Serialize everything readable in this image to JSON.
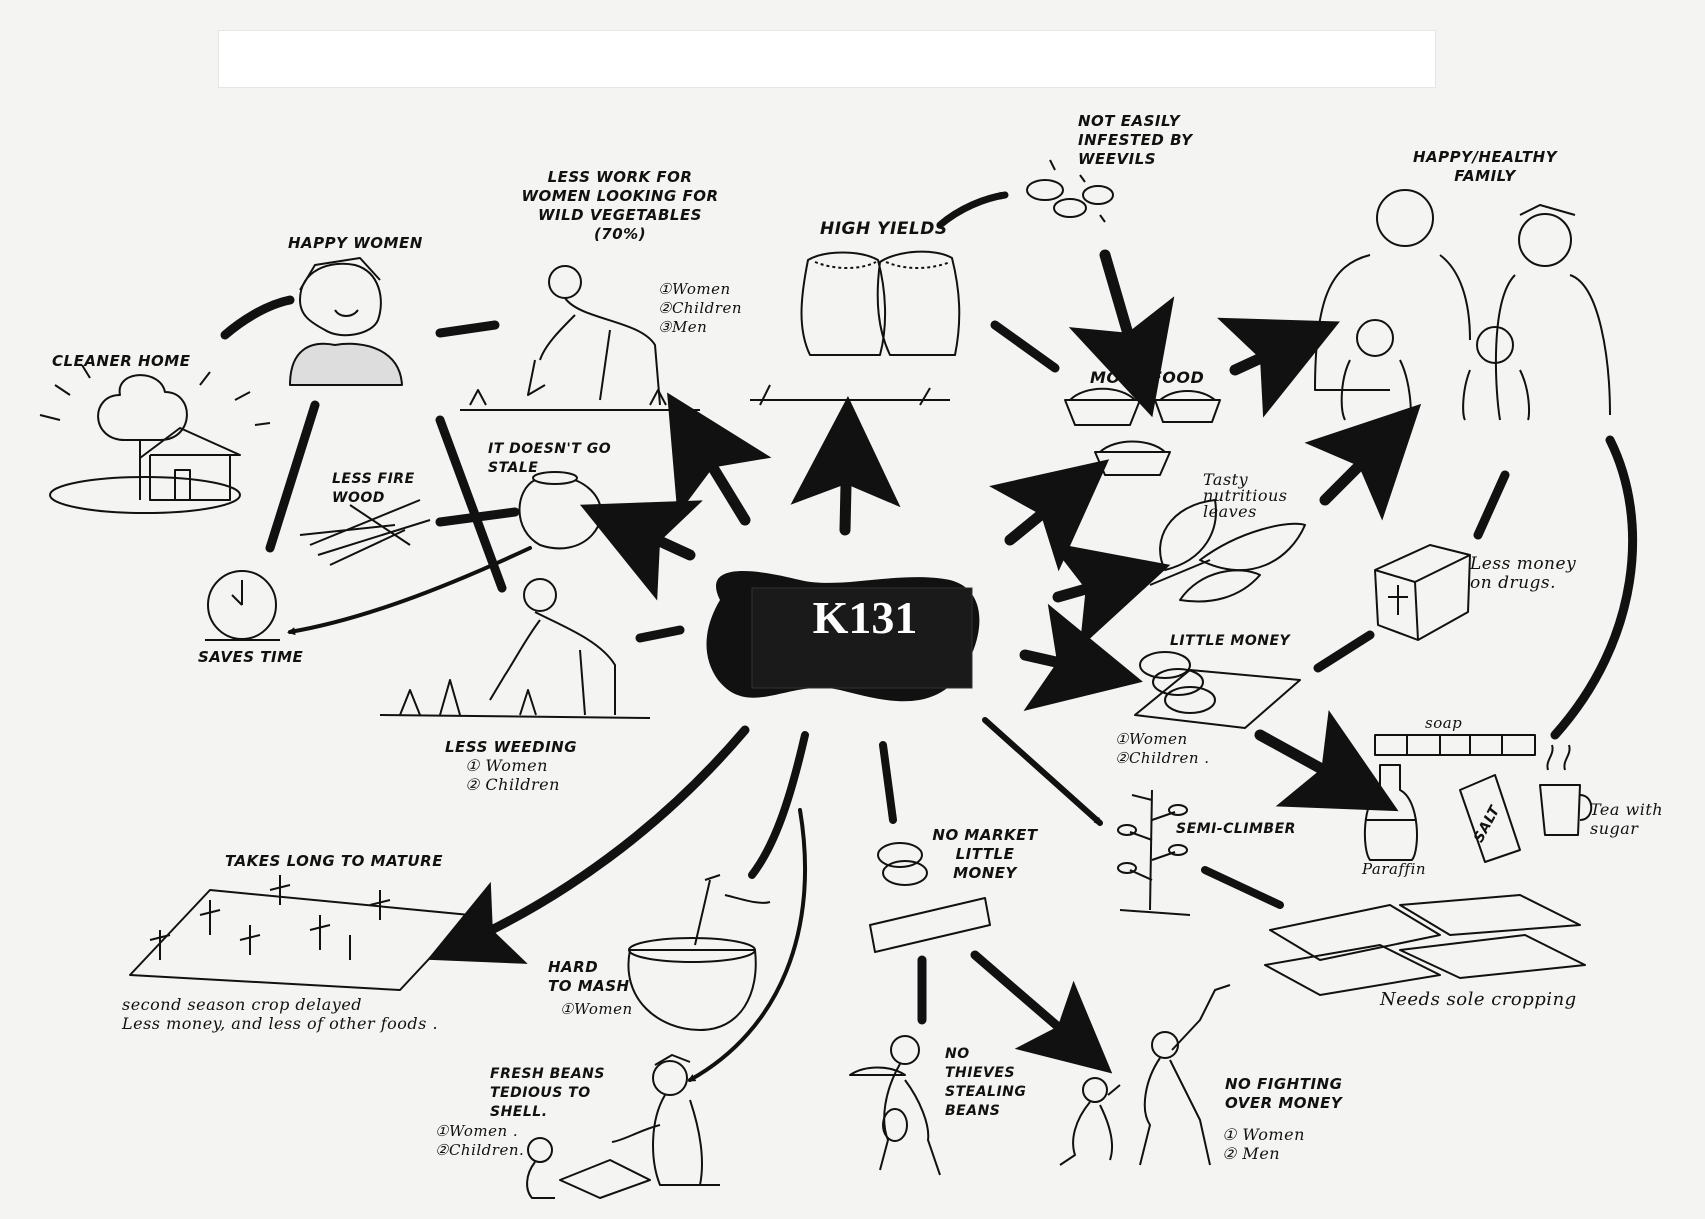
{
  "center": {
    "label": "K131"
  },
  "nodes": {
    "cleaner_home": "CLEANER HOME",
    "happy_women": "HAPPY WOMEN",
    "less_work": "LESS WORK FOR\nWOMEN LOOKING FOR\nWILD VEGETABLES\n(70%)",
    "less_work_who": "①Women\n②Children\n③Men",
    "high_yields": "HIGH YIELDS",
    "not_infested": "NOT EASILY\nINFESTED BY\nWEEVILS",
    "happy_family": "HAPPY/HEALTHY\nFAMILY",
    "more_food": "MORE FOOD",
    "doesnt_go_stale": "IT DOESN'T GO\nSTALE",
    "less_firewood": "LESS FIRE\nWOOD",
    "saves_time": "SAVES TIME",
    "tasty_leaves": "Tasty\nnutritious\nleaves",
    "less_money_drugs": "Less money\non drugs.",
    "little_money": "LITTLE MONEY",
    "little_money_who": "①Women\n②Children .",
    "less_weeding": "LESS WEEDING",
    "less_weeding_who": "① Women\n② Children",
    "soap": "soap",
    "paraffin": "Paraffin",
    "salt": "SALT",
    "tea_with_sugar": "Tea with\nsugar",
    "takes_long": "TAKES LONG TO MATURE",
    "second_season": "second season crop delayed\nLess money, and less of other foods .",
    "no_market": "NO MARKET\nLITTLE\nMONEY",
    "semi_climber": "SEMI-CLIMBER",
    "needs_sole": "Needs sole cropping",
    "hard_to_mash": "HARD\nTO MASH",
    "hard_to_mash_who": "①Women",
    "fresh_beans": "FRESH BEANS\nTEDIOUS TO\nSHELL.",
    "fresh_beans_who": "①Women .\n②Children.",
    "no_thieves": "NO\nTHIEVES\nSTEALING\nBEANS",
    "no_fighting": "NO FIGHTING\nOVER MONEY",
    "no_fighting_who": "① Women\n② Men"
  }
}
